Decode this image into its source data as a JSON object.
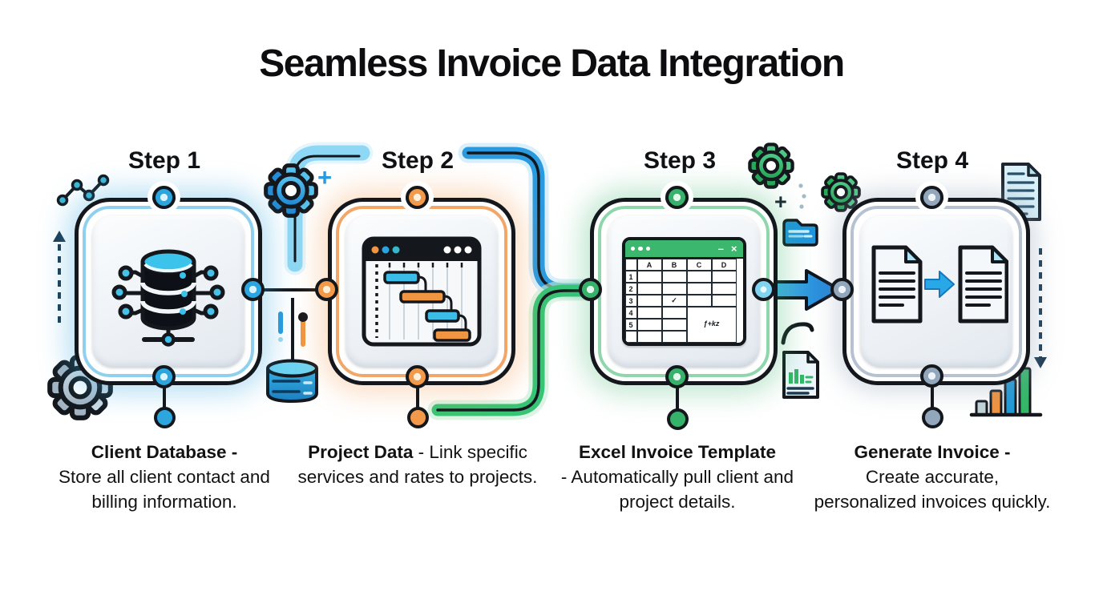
{
  "title": "Seamless Invoice Data Integration",
  "steps": [
    {
      "label": "Step 1",
      "icon": "database-network-icon",
      "accent": "#2BA6DF",
      "caption_bold": "Client Database -",
      "caption_rest": "Store all client contact and billing information."
    },
    {
      "label": "Step 2",
      "icon": "gantt-chart-window-icon",
      "accent": "#F2994A",
      "caption_bold": "Project Data",
      "caption_rest": "- Link specific services and rates to projects."
    },
    {
      "label": "Step 3",
      "icon": "excel-spreadsheet-icon",
      "accent": "#36B26B",
      "caption_bold": "Excel Invoice Template",
      "caption_rest": "- Automatically pull client and project details."
    },
    {
      "label": "Step 4",
      "icon": "document-transfer-icon",
      "accent": "#93A7BC",
      "caption_bold": "Generate Invoice -",
      "caption_rest": "Create accurate, personalized invoices quickly."
    }
  ],
  "spreadsheet": {
    "columns": [
      "A",
      "B",
      "C",
      "D"
    ],
    "rows": [
      "1",
      "2",
      "3",
      "4",
      "5"
    ],
    "checkmark": "✓",
    "formula_label": "ƒ+kz",
    "minimize_glyph": "–",
    "close_glyph": "×"
  },
  "decorations": {
    "plus_sign_blue": "+",
    "plus_sign_dark": "+",
    "icon_names": [
      "trend-dots-icon",
      "dashed-arrow-up-icon",
      "gray-gear-icon",
      "blue-gear-icon",
      "pipe-elbow-decoration",
      "mini-database-icon",
      "alert-dash-icon",
      "orange-pin-icon",
      "green-gear-icon",
      "green-gear-small-icon",
      "dotted-trail",
      "blue-folder-icon",
      "hook-arrow-icon",
      "report-document-icon",
      "invoice-document-icon",
      "dashed-arrow-down-icon",
      "growth-bar-chart-icon",
      "flow-arrow-icon"
    ]
  },
  "colors": {
    "background": "#FFFFFF",
    "title_text": "#0D0D0F",
    "caption_text": "#121212",
    "outline": "#14181D",
    "step1_accent": "#2BA6DF",
    "step2_accent": "#F2994A",
    "step3_accent": "#36B26B",
    "step4_accent": "#93A7BC",
    "pipe_light_blue": "#8ED8F5",
    "pipe_blue": "#2A9AE0",
    "pipe_green": "#38C476",
    "flow_arrow_blue": "#1E88D8"
  }
}
